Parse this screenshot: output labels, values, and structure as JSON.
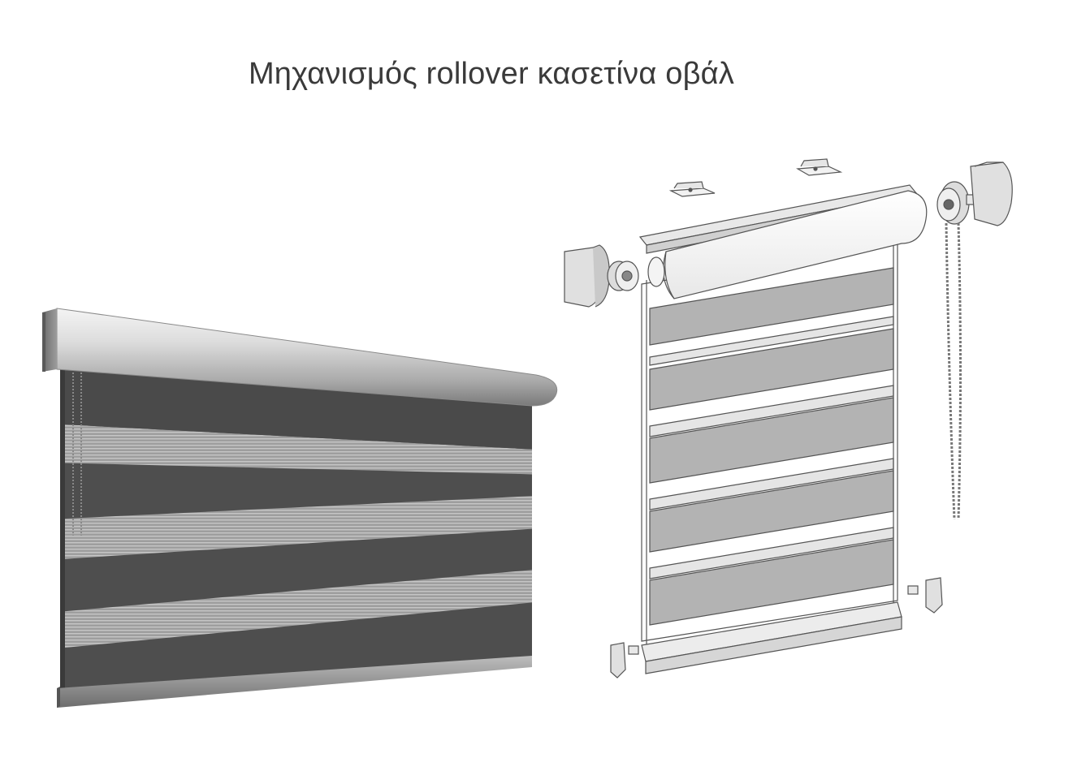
{
  "title": "Μηχανισμός rollover κασετίνα οβάλ",
  "figures": [
    {
      "name": "assembled-blind",
      "icon": "roller-blind-assembled"
    },
    {
      "name": "exploded-blind",
      "icon": "roller-blind-exploded-diagram"
    }
  ],
  "colors": {
    "background": "#ffffff",
    "title": "#3a3a3a",
    "dark_stripe": "#4d4d4d",
    "sheer_stripe": "#9a9a9a",
    "cassette": "#d9d9d9",
    "line": "#555555",
    "diagram_stripe": "#b3b3b3"
  }
}
